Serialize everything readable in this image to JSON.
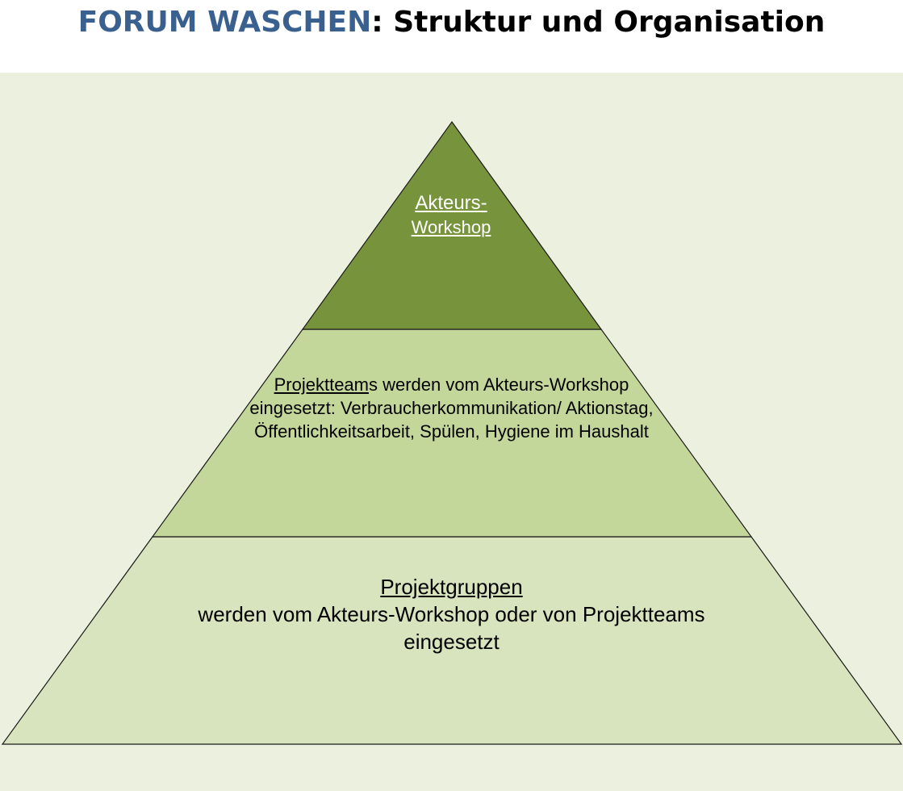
{
  "title": {
    "brand": "FORUM WASCHEN",
    "rest": ": Struktur und Organisation"
  },
  "colors": {
    "brand": "#3a6090",
    "background": "#ebf1de",
    "top_tier": "#77933c",
    "middle_tier": "#c4d79b",
    "bottom_tier": "#d7e4bd"
  },
  "tiers": {
    "top": {
      "line1": "Akteurs-",
      "line2": "Workshop"
    },
    "middle": {
      "underlined": "Projektteam",
      "rest": "s werden vom Akteurs-Workshop eingesetzt: Verbraucherkommunikation/ Aktionstag, Öffentlichkeitsarbeit, Spülen, Hygiene im Haushalt"
    },
    "bottom": {
      "heading": "Projektgruppen",
      "line1": "werden vom Akteurs-Workshop oder von Projektteams",
      "line2": "eingesetzt"
    }
  }
}
